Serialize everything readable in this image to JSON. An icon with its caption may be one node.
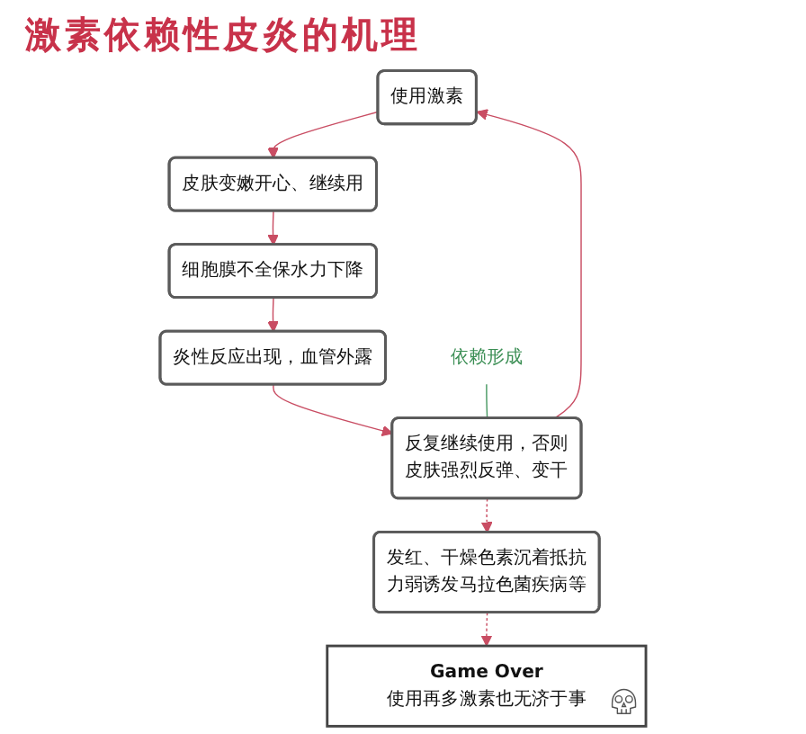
{
  "diagram": {
    "title": "激素依赖性皮炎的机理",
    "nodes": [
      {
        "text": [
          "使用激素"
        ]
      },
      {
        "text": [
          "皮肤变嫩开心、继续用"
        ]
      },
      {
        "text": [
          "细胞膜不全保水力下降"
        ]
      },
      {
        "text": [
          "炎性反应出现，血管外露"
        ]
      },
      {
        "text": [
          "依赖形成"
        ]
      },
      {
        "text": [
          "反复继续使用，否则皮肤强烈反弹、变干"
        ]
      },
      {
        "text": [
          "发红、干燥色素沉着抵抗力弱诱发马拉色菌疾病等"
        ]
      },
      {
        "text": [
          "Game Over",
          "使用再多激素也无济于事"
        ]
      }
    ],
    "edges": [
      {
        "from": 0,
        "to": 1,
        "arrow": "to"
      },
      {
        "from": 1,
        "to": 2,
        "arrow": "to"
      },
      {
        "from": 2,
        "to": 3,
        "arrow": "to"
      },
      {
        "from": 3,
        "to": 5,
        "arrow": "to"
      },
      {
        "from": 5,
        "to": 0,
        "arrow": "to"
      },
      {
        "from": 4,
        "to": 5,
        "arrow": "none",
        "color": "#4a9a64"
      },
      {
        "from": 5,
        "to": 6,
        "arrow": "to",
        "style": "dashed"
      },
      {
        "from": 6,
        "to": 7,
        "arrow": "to",
        "style": "dashed"
      }
    ]
  }
}
